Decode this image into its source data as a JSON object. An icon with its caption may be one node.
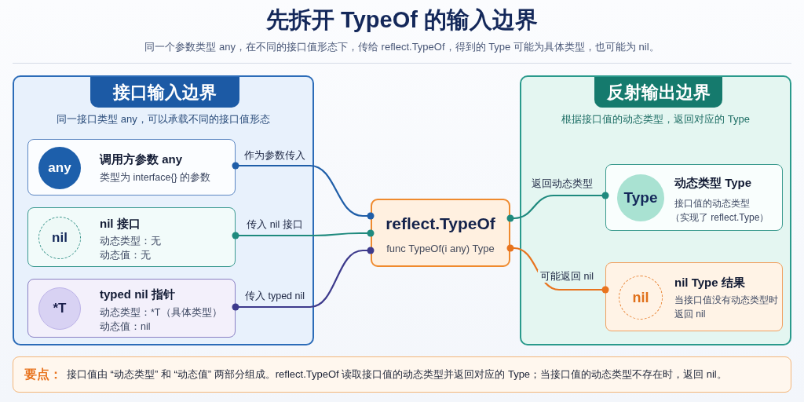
{
  "diagram": {
    "title": "先拆开 TypeOf 的输入边界",
    "nodes": [
      {
        "text": [
          "接口输入边界",
          "同一接口类型 any，可以承载不同的接口值形态"
        ]
      },
      {
        "text": [
          "调用方参数 any",
          "类型为 interface{} 的参数"
        ],
        "in": 0
      },
      {
        "text": [
          "any"
        ],
        "in": 1
      },
      {
        "text": [
          "nil 接口",
          "动态类型：无",
          "动态值：无"
        ],
        "in": 0
      },
      {
        "text": [
          "nil"
        ],
        "in": 3
      },
      {
        "text": [
          "typed nil 指针",
          "动态类型：*T（具体类型）",
          "动态值：nil"
        ],
        "in": 0
      },
      {
        "text": [
          "*T"
        ],
        "in": 5
      },
      {
        "text": [
          "reflect.TypeOf",
          "func TypeOf(i any) Type"
        ]
      },
      {
        "text": [
          "反射输出边界",
          "根据接口值的动态类型，返回对应的 Type"
        ]
      },
      {
        "text": [
          "动态类型 Type",
          "接口值的动态类型",
          "（实现了 reflect.Type）"
        ],
        "in": 8
      },
      {
        "text": [
          "Type"
        ],
        "in": 9
      },
      {
        "text": [
          "nil Type 结果",
          "当接口值没有动态类型时返回 nil"
        ],
        "in": 8
      },
      {
        "text": [
          "nil"
        ],
        "in": 11
      },
      {
        "text": [
          "要点：",
          "接口值由 “动态类型” 和 “动态值” 两部分组成。reflect.TypeOf 读取接口值的动态类型并返回对应的 Type；当接口值的动态类型不存在时，返回 nil。"
        ]
      }
    ],
    "edges": [
      {
        "from": 1,
        "to": 7,
        "arrow": "other",
        "label": "作为参数传入",
        "color": "#1f5ea8"
      },
      {
        "from": 3,
        "to": 7,
        "arrow": "other",
        "label": "传入 nil 接口"
      },
      {
        "from": 5,
        "to": 7,
        "arrow": "other",
        "label": "传入 typed nil",
        "color": "#3d3a8c"
      },
      {
        "from": 7,
        "to": 9,
        "arrow": "other",
        "label": "返回动态类型"
      },
      {
        "from": 7,
        "to": 11,
        "arrow": "other",
        "label": "可能返回 nil",
        "color": "#e8731e"
      }
    ],
    "labels": [
      "同一个参数类型 any，在不同的接口值形态下，传给 reflect.TypeOf，得到的 Type 可能为具体类型，也可能为 nil。"
    ]
  }
}
